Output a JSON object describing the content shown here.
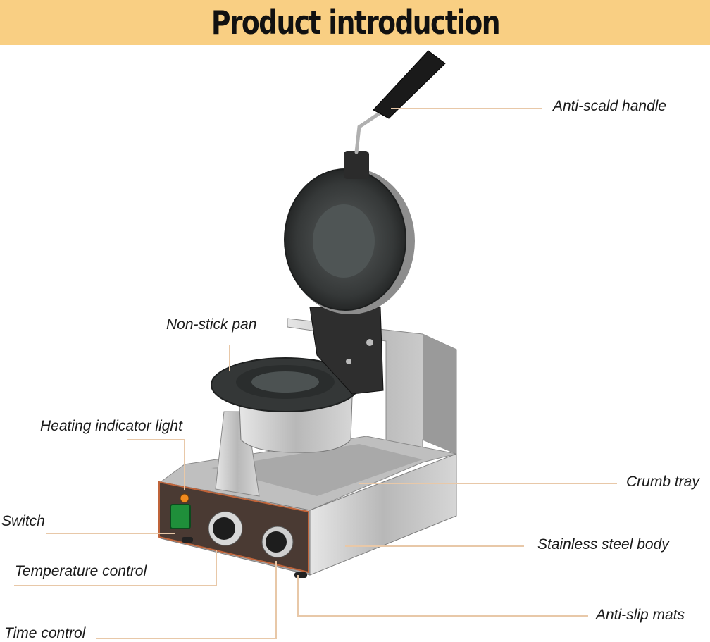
{
  "banner": {
    "title": "Product introduction"
  },
  "labels": {
    "anti_scald_handle": "Anti-scald handle",
    "non_stick_pan": "Non-stick pan",
    "heating_indicator_light": "Heating indicator light",
    "crumb_tray": "Crumb tray",
    "switch": "Switch",
    "stainless_steel_body": "Stainless steel body",
    "temperature_control": "Temperature control",
    "anti_slip_mats": "Anti-slip mats",
    "time_control": "Time control"
  },
  "colors": {
    "banner_bg": "#f9cf83",
    "leader_line": "#e8c8a8",
    "steel": "#c8c8c8",
    "nonstick": "#3c3f3f",
    "control_panel_border": "#c0643a",
    "indicator_light": "#f28a1e",
    "switch": "#1f8f3a"
  },
  "icons": [
    "product-photo",
    "leader-lines"
  ]
}
